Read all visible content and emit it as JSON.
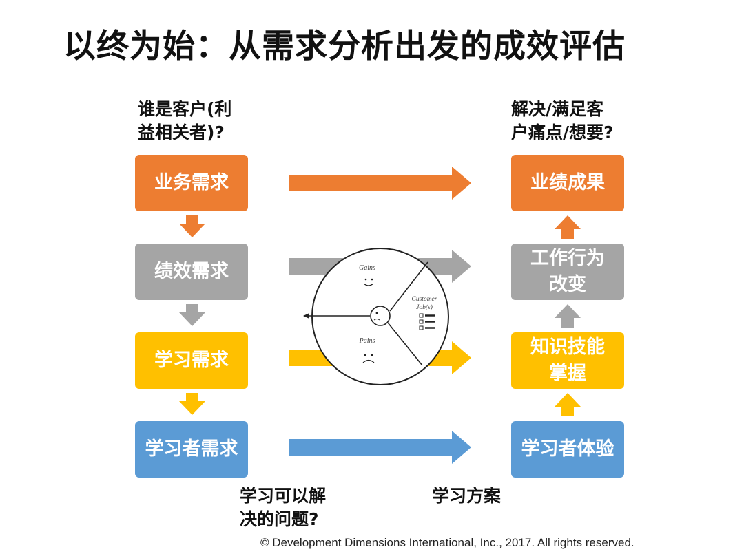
{
  "title": "以终为始：从需求分析出发的成效评估",
  "left_question": [
    "谁是客户(利",
    "益相关者)?"
  ],
  "right_question": [
    "解决/满足客",
    "户痛点/想要?"
  ],
  "bottom_left_question": [
    "学习可以解",
    "决的问题?"
  ],
  "bottom_right_label": "学习方案",
  "needs": [
    {
      "label": "业务需求",
      "color": "#ED7D31"
    },
    {
      "label": "绩效需求",
      "color": "#A5A5A5"
    },
    {
      "label": "学习需求",
      "color": "#FFC000"
    },
    {
      "label": "学习者需求",
      "color": "#5B9BD5"
    }
  ],
  "outcomes": [
    {
      "lines": [
        "业绩成果"
      ],
      "color": "#ED7D31"
    },
    {
      "lines": [
        "工作行为",
        "改变"
      ],
      "color": "#A5A5A5"
    },
    {
      "lines": [
        "知识技能",
        "掌握"
      ],
      "color": "#FFC000"
    },
    {
      "lines": [
        "学习者体验"
      ],
      "color": "#5B9BD5"
    }
  ],
  "canvas": {
    "gains": "Gains",
    "pains": "Pains",
    "customer_jobs": [
      "Customer",
      "Job(s)"
    ]
  },
  "footer": "© Development Dimensions International, Inc., 2017.  All rights reserved."
}
